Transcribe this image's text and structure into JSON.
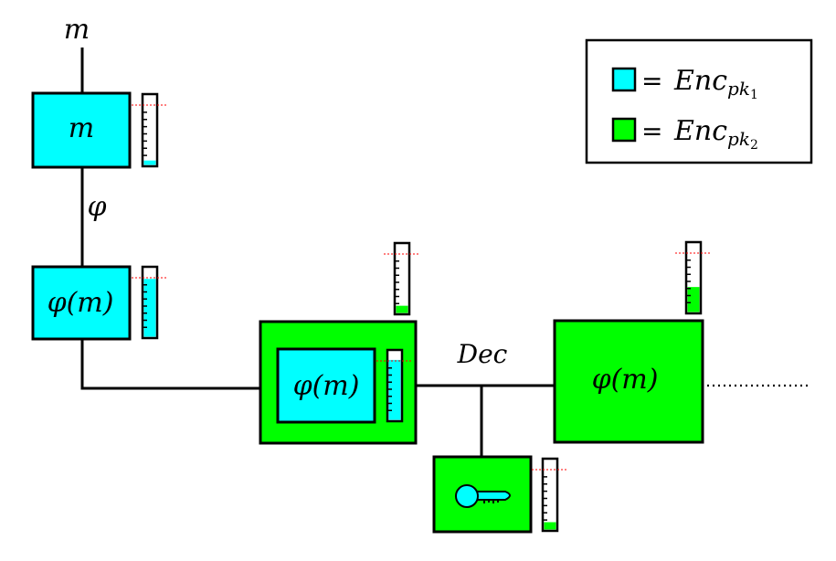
{
  "colors": {
    "cyan": "#00ffff",
    "green": "#00ff00",
    "stroke": "#000000",
    "threshold_line": "#ff0000",
    "background": "#ffffff"
  },
  "diagram": {
    "input_label": "m",
    "box_m_label": "m",
    "edge_label": "φ",
    "box_phi_label": "φ(m)",
    "inner_phi_label": "φ(m)",
    "dec_label": "Dec",
    "output_label": "φ(m)",
    "key_icon": "key-icon",
    "continuation": "……"
  },
  "legend": {
    "items": [
      {
        "color": "#00ffff",
        "eq": "=",
        "text": "Enc",
        "sub": "pk",
        "subsub": "1"
      },
      {
        "color": "#00ff00",
        "eq": "=",
        "text": "Enc",
        "sub": "pk",
        "subsub": "2"
      }
    ]
  },
  "noise_gauges": [
    {
      "id": "m",
      "level": 0.08,
      "color": "#00ffff"
    },
    {
      "id": "phi",
      "level": 0.83,
      "color": "#00ffff"
    },
    {
      "id": "outer",
      "level": 0.12,
      "color": "#00ff00"
    },
    {
      "id": "inner",
      "level": 0.86,
      "color": "#00ffff"
    },
    {
      "id": "key",
      "level": 0.12,
      "color": "#00ff00"
    },
    {
      "id": "result",
      "level": 0.37,
      "color": "#00ff00"
    }
  ]
}
